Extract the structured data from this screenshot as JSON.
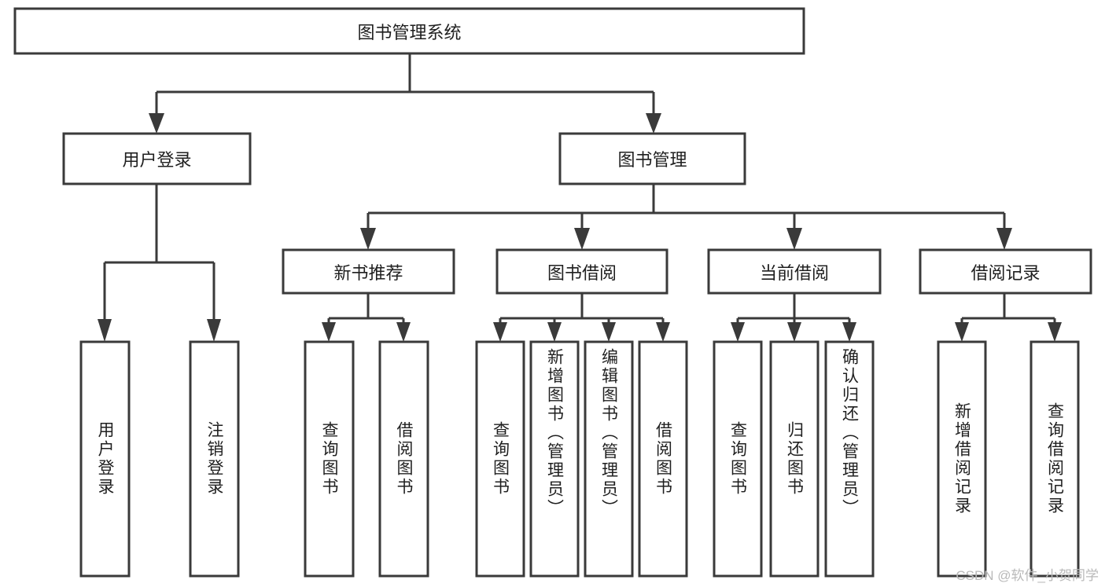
{
  "diagram": {
    "type": "tree-hierarchy-chart",
    "title": "图书管理系统",
    "colors": {
      "box_stroke": "#3a3a3a",
      "box_fill": "#ffffff",
      "connector": "#3a3a3a",
      "text": "#1f1f1f",
      "watermark": "#b9b9b9",
      "background": "#ffffff"
    },
    "levels": [
      {
        "level": 0,
        "nodes": [
          {
            "id": "root",
            "label": "图书管理系统",
            "orientation": "horizontal"
          }
        ]
      },
      {
        "level": 1,
        "nodes": [
          {
            "id": "login",
            "label": "用户登录",
            "orientation": "horizontal",
            "parent": "root"
          },
          {
            "id": "bookmgmt",
            "label": "图书管理",
            "orientation": "horizontal",
            "parent": "root"
          }
        ]
      },
      {
        "level": 2,
        "nodes": [
          {
            "id": "newbook",
            "label": "新书推荐",
            "orientation": "horizontal",
            "parent": "bookmgmt"
          },
          {
            "id": "borrow",
            "label": "图书借阅",
            "orientation": "horizontal",
            "parent": "bookmgmt"
          },
          {
            "id": "current",
            "label": "当前借阅",
            "orientation": "horizontal",
            "parent": "bookmgmt"
          },
          {
            "id": "record",
            "label": "借阅记录",
            "orientation": "horizontal",
            "parent": "bookmgmt"
          }
        ]
      },
      {
        "level": 3,
        "nodes": [
          {
            "id": "leaf1",
            "label": "用户登录",
            "orientation": "vertical",
            "parent": "login"
          },
          {
            "id": "leaf2",
            "label": "注销登录",
            "orientation": "vertical",
            "parent": "login"
          },
          {
            "id": "leaf3",
            "label": "查询图书",
            "orientation": "vertical",
            "parent": "newbook"
          },
          {
            "id": "leaf4",
            "label": "借阅图书",
            "orientation": "vertical",
            "parent": "newbook"
          },
          {
            "id": "leaf5",
            "label": "查询图书",
            "orientation": "vertical",
            "parent": "borrow"
          },
          {
            "id": "leaf6",
            "label": "新增图书（管理员）",
            "orientation": "vertical",
            "parent": "borrow"
          },
          {
            "id": "leaf7",
            "label": "编辑图书（管理员）",
            "orientation": "vertical",
            "parent": "borrow"
          },
          {
            "id": "leaf8",
            "label": "借阅图书",
            "orientation": "vertical",
            "parent": "borrow"
          },
          {
            "id": "leaf9",
            "label": "查询图书",
            "orientation": "vertical",
            "parent": "current"
          },
          {
            "id": "leaf10",
            "label": "归还图书",
            "orientation": "vertical",
            "parent": "current"
          },
          {
            "id": "leaf11",
            "label": "确认归还（管理员）",
            "orientation": "vertical",
            "parent": "current"
          },
          {
            "id": "leaf12",
            "label": "新增借阅记录",
            "orientation": "vertical",
            "parent": "record"
          },
          {
            "id": "leaf13",
            "label": "查询借阅记录",
            "orientation": "vertical",
            "parent": "record"
          }
        ]
      }
    ]
  },
  "watermark": {
    "text": "CSDN @软件_小贺同学"
  }
}
